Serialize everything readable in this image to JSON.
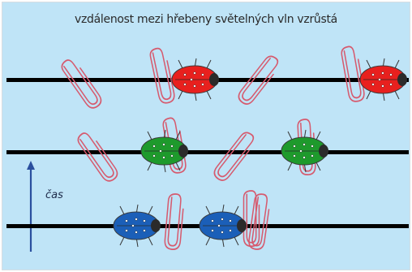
{
  "title": "vzdálenost mezi hřebeny světelných vln vzrůstá",
  "time_axis_label": "čas",
  "colors": {
    "background": "#bfe4f7",
    "line": "#000000",
    "clip": "#d65a6e",
    "beetle_red": "#e8201e",
    "beetle_green": "#1e9a2c",
    "beetle_blue": "#1b5fb8",
    "arrow": "#2a4f9e"
  },
  "icons": {
    "beetle": "ladybug-icon",
    "clip": "paperclip-icon",
    "arrow": "up-arrow-icon"
  },
  "rows": [
    {
      "level": "top",
      "beetle_color": "red",
      "beetle_count": 2
    },
    {
      "level": "middle",
      "beetle_color": "green",
      "beetle_count": 2
    },
    {
      "level": "bottom",
      "beetle_color": "blue",
      "beetle_count": 2
    }
  ]
}
